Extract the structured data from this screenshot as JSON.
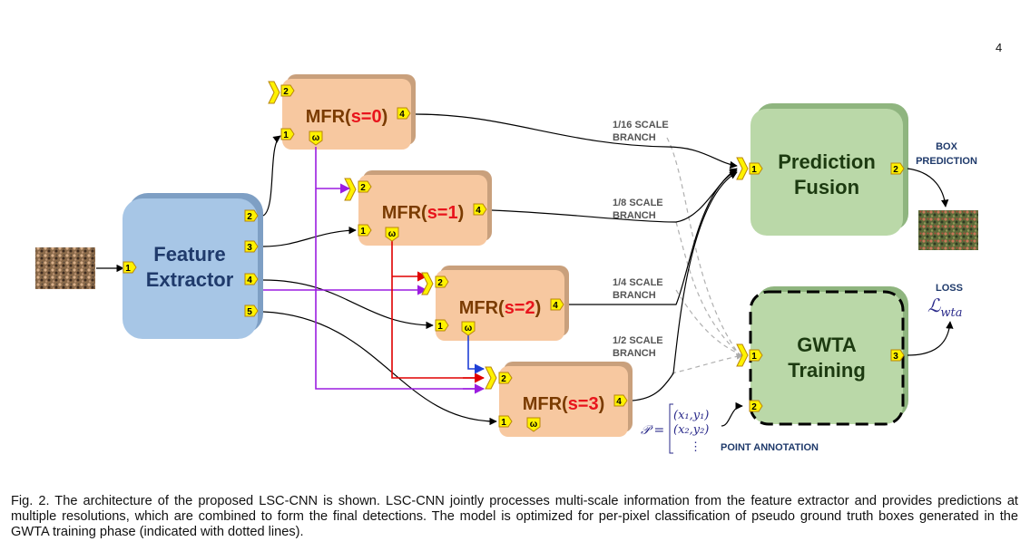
{
  "page_number": "4",
  "boxes": {
    "feature_extractor": {
      "line1": "Feature",
      "line2": "Extractor"
    },
    "mfr0": {
      "prefix": "MFR(",
      "scale": "s=0",
      "suffix": ")"
    },
    "mfr1": {
      "prefix": "MFR(",
      "scale": "s=1",
      "suffix": ")"
    },
    "mfr2": {
      "prefix": "MFR(",
      "scale": "s=2",
      "suffix": ")"
    },
    "mfr3": {
      "prefix": "MFR(",
      "scale": "s=3",
      "suffix": ")"
    },
    "prediction_fusion": {
      "line1": "Prediction",
      "line2": "Fusion"
    },
    "gwta_training": {
      "line1": "GWTA",
      "line2": "Training"
    }
  },
  "ports": {
    "p1": "1",
    "p2": "2",
    "p3": "3",
    "p4": "4",
    "p5": "5",
    "omega": "ω"
  },
  "branch_labels": {
    "b16_line1": "1/16 SCALE",
    "b16_line2": "BRANCH",
    "b8_line1": "1/8 SCALE",
    "b8_line2": "BRANCH",
    "b4_line1": "1/4 SCALE",
    "b4_line2": "BRANCH",
    "b2_line1": "1/2 SCALE",
    "b2_line2": "BRANCH"
  },
  "outputs": {
    "box_line1": "BOX",
    "box_line2": "PREDICTION",
    "loss": "LOSS",
    "loss_symbol_main": "ℒ",
    "loss_symbol_sub": "wta"
  },
  "annotation": {
    "set_symbol": "𝒫 =",
    "item1": "(x₁,y₁)",
    "item2": "(x₂,y₂)",
    "dots": "⋮",
    "label": "POINT ANNOTATION"
  },
  "caption": "Fig. 2. The architecture of the proposed LSC-CNN is shown. LSC-CNN jointly processes multi-scale information from the feature extractor and provides predictions at multiple resolutions, which are combined to form the final detections. The model is optimized for per-pixel classification of pseudo ground truth boxes generated in the GWTA training phase (indicated with dotted lines).",
  "colors": {
    "feature_box": "#a7c6e6",
    "feature_shadow": "#7e9fc4",
    "mfr_box": "#f7c8a0",
    "mfr_shadow": "#c9a07c",
    "green_box": "#bad8a8",
    "green_shadow": "#8fb57f",
    "port_fill": "#fff200",
    "red_scale": "#e8141c",
    "purple_line": "#9b1de0",
    "red_line": "#e00000",
    "blue_line": "#1f3fd6"
  }
}
